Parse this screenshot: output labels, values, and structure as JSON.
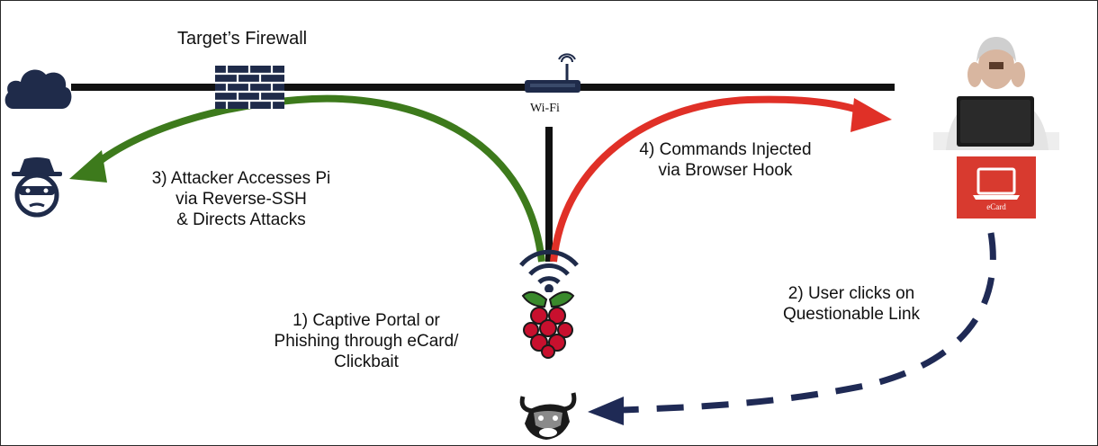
{
  "labels": {
    "firewall": "Target’s Firewall",
    "wifi": "Wi-Fi",
    "step1": [
      "1) Captive Portal or",
      "Phishing through eCard/",
      "Clickbait"
    ],
    "step2": [
      "2) User clicks on",
      "Questionable Link"
    ],
    "step3": [
      "3) Attacker Accesses Pi",
      "via Reverse-SSH",
      "& Directs Attacks"
    ],
    "step4": [
      "4) Commands Injected",
      "via Browser Hook"
    ],
    "ecard": "eCard"
  },
  "colors": {
    "network_line": "#111111",
    "green_path": "#3d7a1c",
    "red_path": "#e03027",
    "dashed_path": "#1f2a55",
    "ecard": "#d83a2f",
    "cloud": "#1f2b4a",
    "attacker": "#1f2b4a",
    "raspberry": "#c8102e"
  },
  "icons": [
    "cloud-icon",
    "firewall-icon",
    "router-icon",
    "attacker-icon",
    "user-at-laptop-icon",
    "ecard-icon",
    "raspberry-pi-icon",
    "wifi-signal-icon",
    "bull-icon"
  ]
}
